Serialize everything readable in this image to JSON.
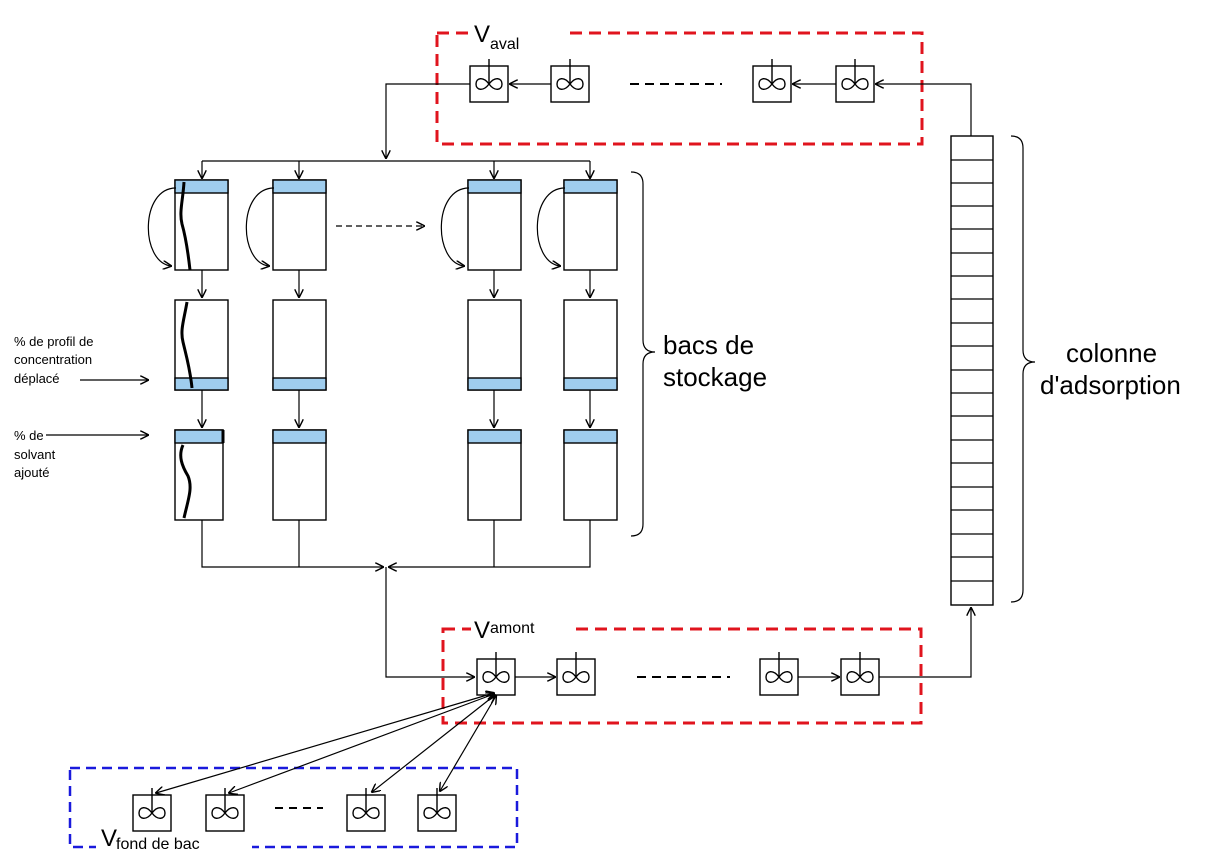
{
  "labels": {
    "v_aval": {
      "main": "V",
      "sub": "aval"
    },
    "v_amont": {
      "main": "V",
      "sub": "amont"
    },
    "v_fond": {
      "main": "V",
      "sub": "fond de bac"
    },
    "bacs": [
      "bacs de",
      "stockage"
    ],
    "colonne": [
      "colonne",
      "d'adsorption"
    ],
    "profil": [
      "% de profil de",
      "concentration",
      "déplacé"
    ],
    "solvant": [
      "% de",
      "solvant",
      "ajouté"
    ]
  },
  "colors": {
    "zone_red": "#e0141e",
    "zone_blue": "#1a1adc",
    "tank_fill": "#9fcdee",
    "line": "#000000"
  },
  "icons": {
    "reactor": "stirred-tank-icon"
  }
}
